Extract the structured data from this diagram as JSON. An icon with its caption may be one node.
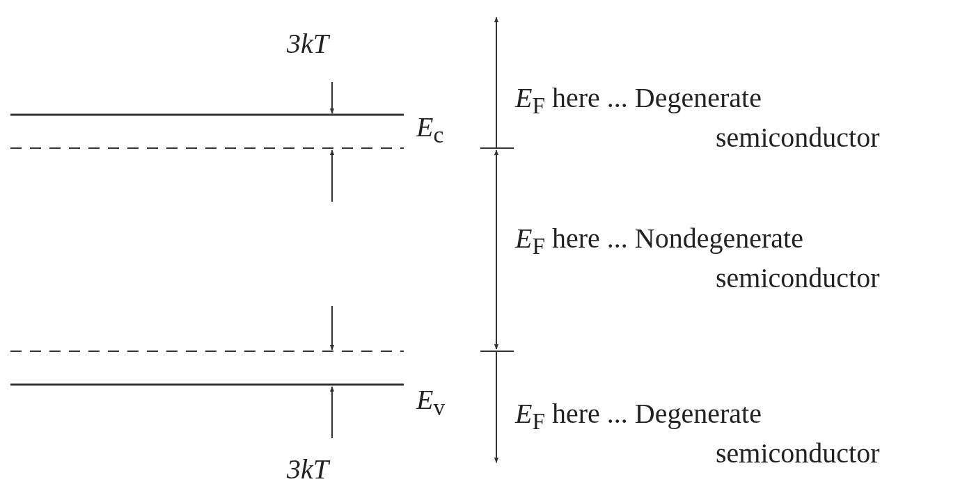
{
  "diagram": {
    "labels": [
      "3kT",
      "*E*$_{F}$ here ... Degenerate semiconductor",
      "*E*$_{c}$",
      "*E*$_{F}$ here ... Nondegenerate semiconductor",
      "*E*$_{v}$",
      "*E*$_{F}$ here ... Degenerate semiconductor",
      "3kT"
    ]
  }
}
